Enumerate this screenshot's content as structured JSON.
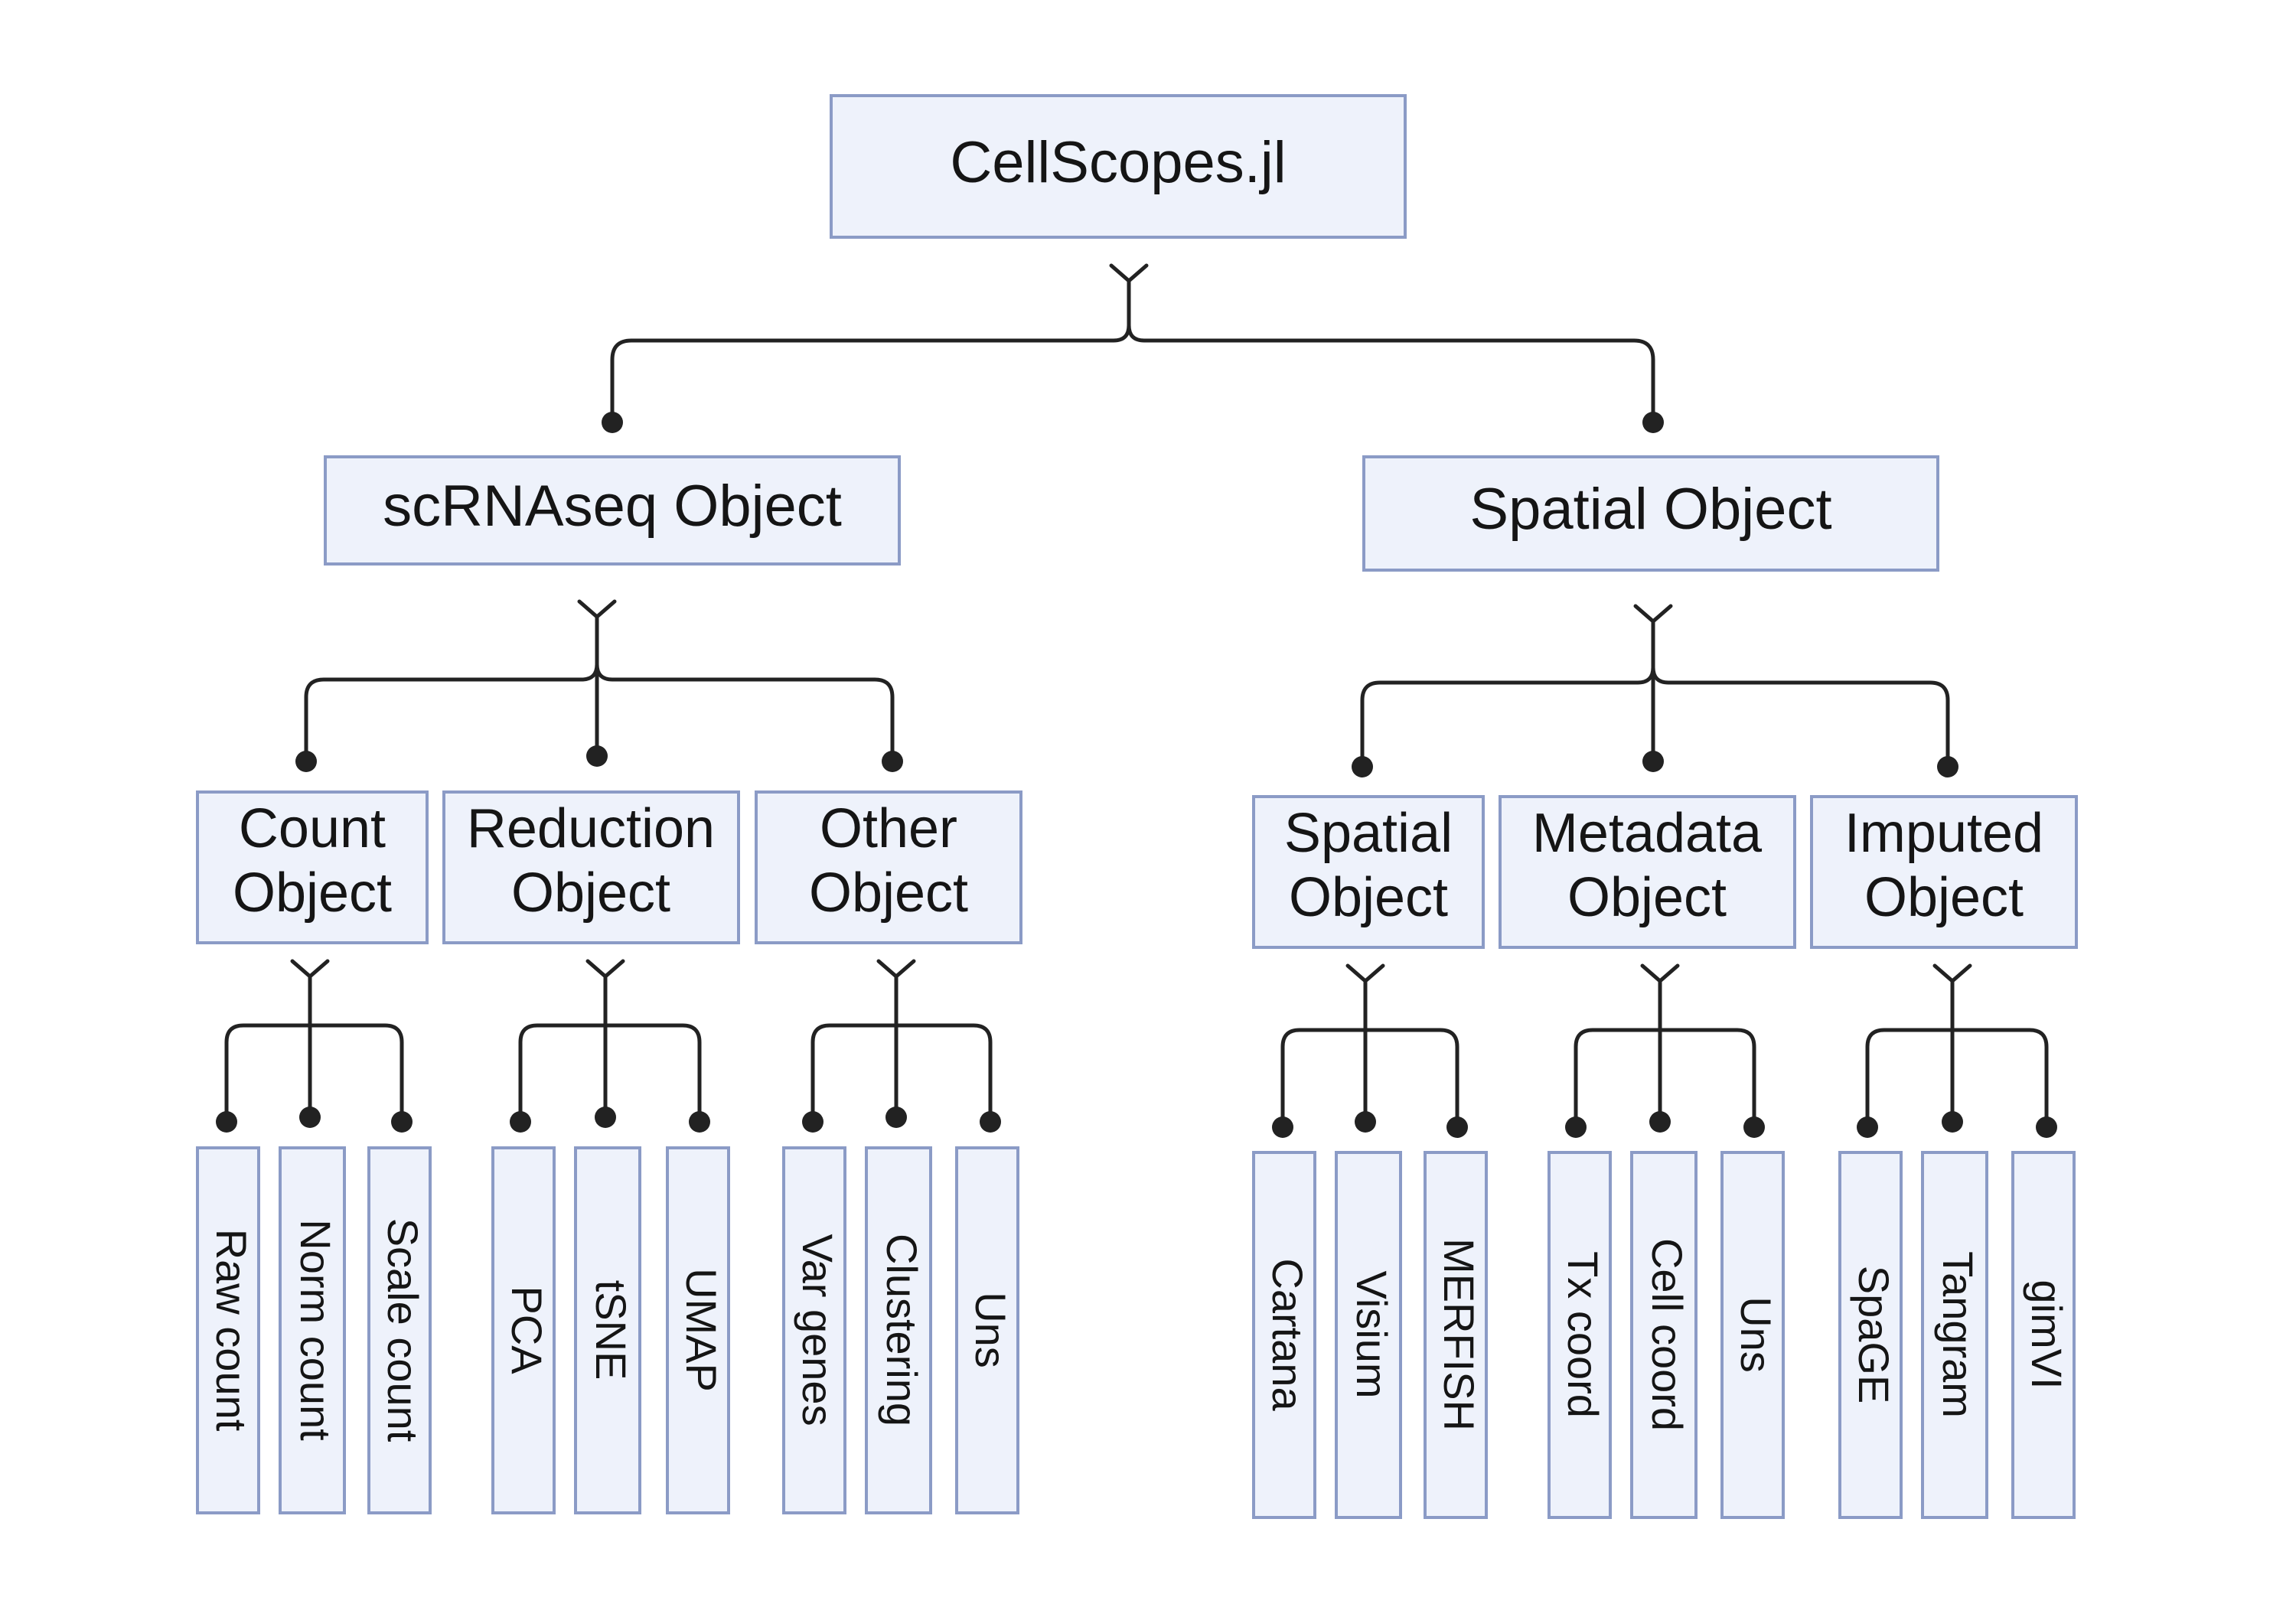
{
  "root": {
    "label": "CellScopes.jl"
  },
  "branches": [
    {
      "label": "scRNAseq Object",
      "children": [
        {
          "label": [
            "Count",
            "Object"
          ],
          "leaves": [
            "Raw count",
            "Norm count",
            "Scale count"
          ]
        },
        {
          "label": [
            "Reduction",
            "Object"
          ],
          "leaves": [
            "PCA",
            "tSNE",
            "UMAP"
          ]
        },
        {
          "label": [
            "Other",
            "Object"
          ],
          "leaves": [
            "Var genes",
            "Clustering",
            "Uns"
          ]
        }
      ]
    },
    {
      "label": "Spatial Object",
      "children": [
        {
          "label": [
            "Spatial",
            "Object"
          ],
          "leaves": [
            "Cartana",
            "Visium",
            "MERFISH"
          ]
        },
        {
          "label": [
            "Metadata",
            "Object"
          ],
          "leaves": [
            "Tx coord",
            "Cell coord",
            "Uns"
          ]
        },
        {
          "label": [
            "Imputed",
            "Object"
          ],
          "leaves": [
            "SpaGE",
            "Tangram",
            "gimVI"
          ]
        }
      ]
    }
  ],
  "colors": {
    "box_fill": "#eef2fb",
    "box_stroke": "#8b9bc6",
    "connector": "#222222",
    "text": "#151515"
  }
}
